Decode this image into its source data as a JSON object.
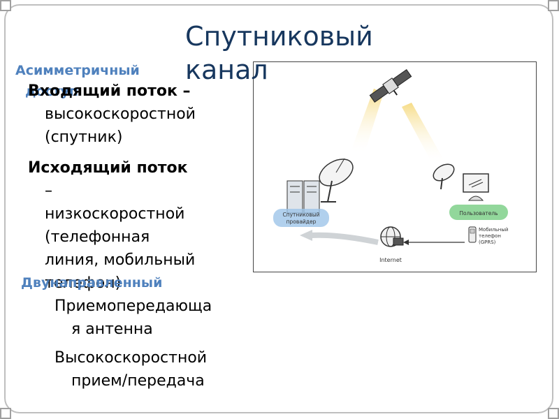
{
  "slide": {
    "title_line1": "Спутниковый",
    "title_line2": "канал",
    "asym_label": "Асимметричный доступ",
    "asym_line1": "Асимметричный",
    "asym_line2": "доступ",
    "bullet1_bold": "Входящий поток",
    "bullet1_rest": " –",
    "bullet1_l2": "высокоскоростной",
    "bullet1_l3": "(спутник)",
    "bullet2_bold": "Исходящий поток",
    "bullet2_l2": "–",
    "bullet2_l3": "низкоскоростной",
    "bullet2_l4": "(телефонная",
    "bullet2_l5": "линия, мобильный",
    "bullet2_l6": "телефон)",
    "duplex_label": "Двунаправленный",
    "bullet3_l1": "Приемопередающа",
    "bullet3_l2": "я антенна",
    "bullet4_l1": "Высокоскоростной",
    "bullet4_l2": "прием/передача"
  },
  "diagram": {
    "provider_label_1": "Спутниковый",
    "provider_label_2": "провайдер",
    "user_label": "Пользователь",
    "mobile_label_1": "Мобильный",
    "mobile_label_2": "телефон",
    "mobile_label_3": "(GPRS)",
    "internet_label": "Internet",
    "colors": {
      "provider_band": "#9ec4e8",
      "user_band": "#7fd08a",
      "beam": "#f5d87a",
      "arrow": "#cfd3d6",
      "ink": "#333333"
    }
  }
}
